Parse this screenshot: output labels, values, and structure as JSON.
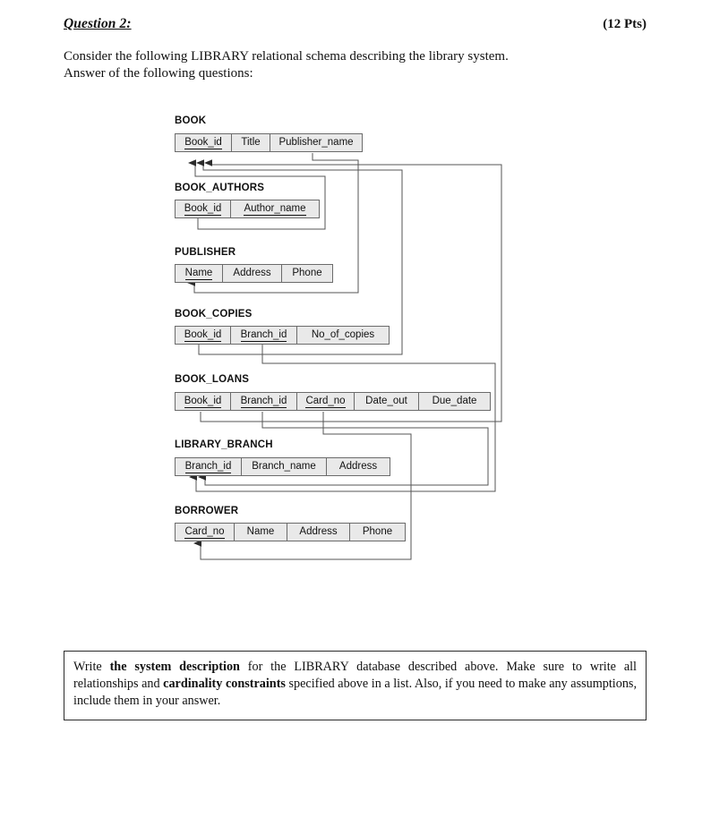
{
  "header": {
    "question_title": "Question 2:",
    "points": "(12 Pts)"
  },
  "intro": {
    "line1": "Consider the following LIBRARY relational schema describing the library system.",
    "line2": "Answer of the following questions:"
  },
  "schema": {
    "tables": [
      {
        "name": "BOOK",
        "columns": [
          {
            "label": "Book_id",
            "pk": true
          },
          {
            "label": "Title",
            "pk": false
          },
          {
            "label": "Publisher_name",
            "pk": false
          }
        ]
      },
      {
        "name": "BOOK_AUTHORS",
        "columns": [
          {
            "label": "Book_id",
            "pk": true
          },
          {
            "label": "Author_name",
            "pk": true
          }
        ]
      },
      {
        "name": "PUBLISHER",
        "columns": [
          {
            "label": "Name",
            "pk": true
          },
          {
            "label": "Address",
            "pk": false
          },
          {
            "label": "Phone",
            "pk": false
          }
        ]
      },
      {
        "name": "BOOK_COPIES",
        "columns": [
          {
            "label": "Book_id",
            "pk": true
          },
          {
            "label": "Branch_id",
            "pk": true
          },
          {
            "label": "No_of_copies",
            "pk": false
          }
        ]
      },
      {
        "name": "BOOK_LOANS",
        "columns": [
          {
            "label": "Book_id",
            "pk": true
          },
          {
            "label": "Branch_id",
            "pk": true
          },
          {
            "label": "Card_no",
            "pk": true
          },
          {
            "label": "Date_out",
            "pk": false
          },
          {
            "label": "Due_date",
            "pk": false
          }
        ]
      },
      {
        "name": "LIBRARY_BRANCH",
        "columns": [
          {
            "label": "Branch_id",
            "pk": true
          },
          {
            "label": "Branch_name",
            "pk": false
          },
          {
            "label": "Address",
            "pk": false
          }
        ]
      },
      {
        "name": "BORROWER",
        "columns": [
          {
            "label": "Card_no",
            "pk": true
          },
          {
            "label": "Name",
            "pk": false
          },
          {
            "label": "Address",
            "pk": false
          },
          {
            "label": "Phone",
            "pk": false
          }
        ]
      }
    ],
    "foreign_keys": [
      {
        "from": "BOOK.Publisher_name",
        "to": "PUBLISHER.Name"
      },
      {
        "from": "BOOK_AUTHORS.Book_id",
        "to": "BOOK.Book_id"
      },
      {
        "from": "BOOK_COPIES.Book_id",
        "to": "BOOK.Book_id"
      },
      {
        "from": "BOOK_COPIES.Branch_id",
        "to": "LIBRARY_BRANCH.Branch_id"
      },
      {
        "from": "BOOK_LOANS.Book_id",
        "to": "BOOK.Book_id"
      },
      {
        "from": "BOOK_LOANS.Branch_id",
        "to": "LIBRARY_BRANCH.Branch_id"
      },
      {
        "from": "BOOK_LOANS.Card_no",
        "to": "BORROWER.Card_no"
      }
    ]
  },
  "instruction": {
    "seg1": "Write ",
    "bold1": "the system description",
    "seg2": " for the LIBRARY database described above. Make sure to write all relationships and ",
    "bold2": "cardinality constraints",
    "seg3": " specified above in a list. Also, if you need to make any assumptions, include them in your answer."
  },
  "colors": {
    "cell_fill": "#e9e9e9",
    "cell_border": "#6b6b6b",
    "connector": "#4a4a4a",
    "text": "#111111"
  }
}
